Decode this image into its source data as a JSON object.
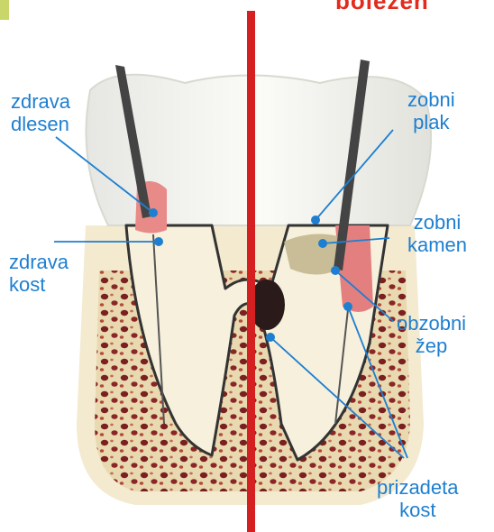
{
  "top_label_partial": "bolezen",
  "labels": {
    "healthy_gum": [
      "zdrava",
      "dlesen"
    ],
    "healthy_bone": [
      "zdrava",
      "kost"
    ],
    "plaque": [
      "zobni",
      "plak"
    ],
    "calculus": [
      "zobni",
      "kamen"
    ],
    "pocket": [
      "obzobni",
      "žep"
    ],
    "receded_bone": [
      "prizadeta",
      "kost"
    ]
  },
  "colors": {
    "label": "#1e7fd0",
    "divider": "#d42020",
    "gum": "#e88a88",
    "bone": "#f2e6bf",
    "marrow": "#7a2020",
    "tooth": "#f1f1ea"
  }
}
